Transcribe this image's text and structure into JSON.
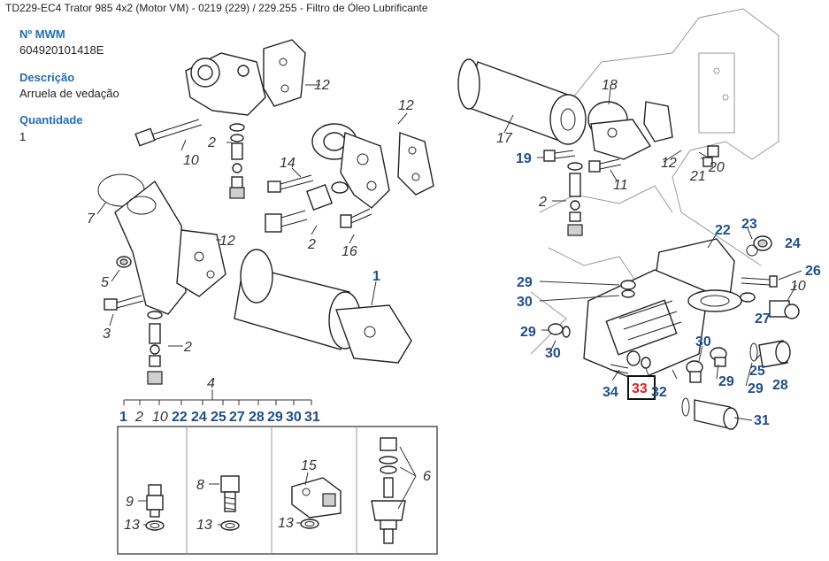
{
  "breadcrumb": "TD229-EC4 Trator 985 4x2 (Motor VM) - 0219 (229)  /  229.255 - Filtro de Óleo Lubrificante",
  "details": {
    "mwm_label": "Nº MWM",
    "mwm_value": "604920101418E",
    "description_label": "Descrição",
    "description_value": "Arruela de vedação",
    "quantity_label": "Quantidade",
    "quantity_value": "1"
  },
  "diagram": {
    "selected_ref": "33",
    "colors": {
      "highlight": "#e02020",
      "active_ref": "#1f4e8c",
      "field_label": "#1f6fb5"
    },
    "left_refs": [
      "12",
      "2",
      "10",
      "12",
      "14",
      "2",
      "16",
      "12",
      "7",
      "5",
      "3",
      "2",
      "17",
      "1",
      "4",
      "18",
      "19",
      "2",
      "11",
      "12",
      "20",
      "21"
    ],
    "right_refs": [
      "22",
      "23",
      "24",
      "26",
      "10",
      "29",
      "30",
      "27",
      "29",
      "30",
      "30",
      "29",
      "29",
      "25",
      "28",
      "34",
      "33",
      "32",
      "31"
    ],
    "group_strip": [
      "1",
      "2",
      "10",
      "22",
      "24",
      "25",
      "27",
      "28",
      "29",
      "30",
      "31"
    ],
    "panel_refs": [
      "9",
      "13",
      "8",
      "13",
      "15",
      "13",
      "6"
    ]
  }
}
